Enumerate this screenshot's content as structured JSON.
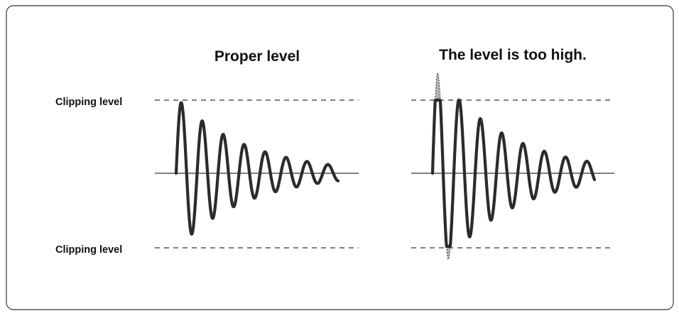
{
  "panels": {
    "left": {
      "title": "Proper level"
    },
    "right": {
      "title": "The level is too high."
    }
  },
  "labels": {
    "clipping_top": "Clipping level",
    "clipping_bottom": "Clipping level"
  },
  "colors": {
    "border": "#555555",
    "waveform": "#2b2b2b",
    "guide": "#333333",
    "clipped_fill": "#b3b3b3"
  }
}
